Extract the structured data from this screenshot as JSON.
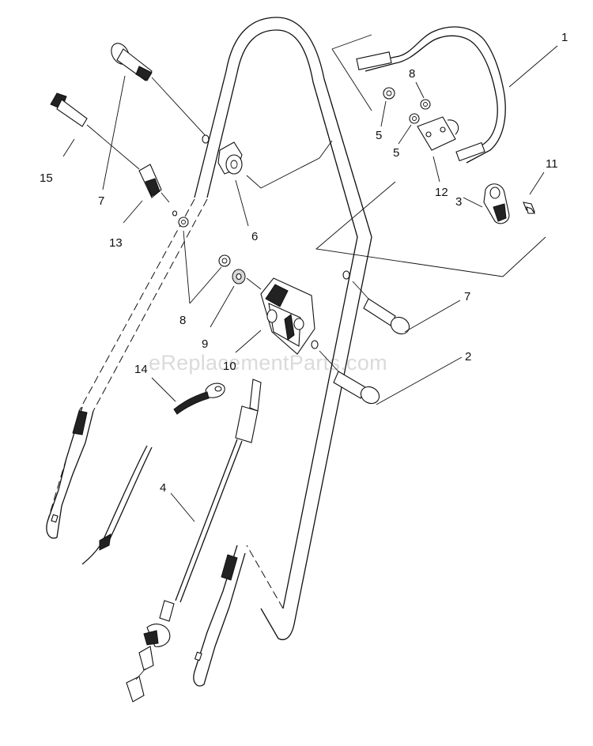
{
  "watermark": "eReplacementParts.com",
  "callouts": [
    {
      "id": "1",
      "text": "1"
    },
    {
      "id": "8a",
      "text": "8"
    },
    {
      "id": "5a",
      "text": "5"
    },
    {
      "id": "5b",
      "text": "5"
    },
    {
      "id": "11",
      "text": "11"
    },
    {
      "id": "12",
      "text": "12"
    },
    {
      "id": "3",
      "text": "3"
    },
    {
      "id": "15",
      "text": "15"
    },
    {
      "id": "7a",
      "text": "7"
    },
    {
      "id": "13",
      "text": "13"
    },
    {
      "id": "6",
      "text": "6"
    },
    {
      "id": "8b",
      "text": "8"
    },
    {
      "id": "9",
      "text": "9"
    },
    {
      "id": "10",
      "text": "10"
    },
    {
      "id": "7b",
      "text": "7"
    },
    {
      "id": "2",
      "text": "2"
    },
    {
      "id": "14",
      "text": "14"
    },
    {
      "id": "4",
      "text": "4"
    }
  ]
}
